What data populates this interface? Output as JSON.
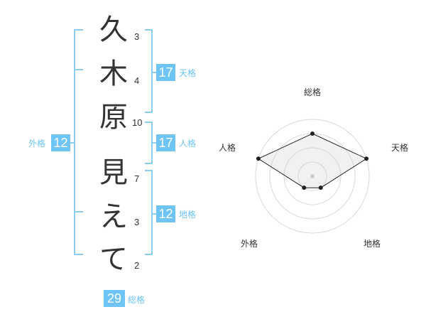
{
  "colors": {
    "bracket": "#8ccdf2",
    "box_bg": "#6ec4f5",
    "label": "#6ec4f5",
    "char": "#333333"
  },
  "name": {
    "chars": [
      {
        "char": "久",
        "strokes": "3"
      },
      {
        "char": "木",
        "strokes": "4"
      },
      {
        "char": "原",
        "strokes": "10"
      },
      {
        "char": "見",
        "strokes": "7"
      },
      {
        "char": "え",
        "strokes": "3"
      },
      {
        "char": "て",
        "strokes": "2"
      }
    ]
  },
  "scores": {
    "tenkaku": {
      "value": "17",
      "label": "天格"
    },
    "jinkaku": {
      "value": "17",
      "label": "人格"
    },
    "chikaku": {
      "value": "12",
      "label": "地格"
    },
    "gaikaku": {
      "value": "12",
      "label": "外格"
    },
    "soukaku": {
      "value": "29",
      "label": "総格"
    }
  },
  "chart_data": {
    "type": "radar",
    "axes": [
      "総格",
      "天格",
      "地格",
      "外格",
      "人格"
    ],
    "rings": 4,
    "values": [
      3,
      4,
      1,
      1,
      4
    ],
    "max": 4
  }
}
